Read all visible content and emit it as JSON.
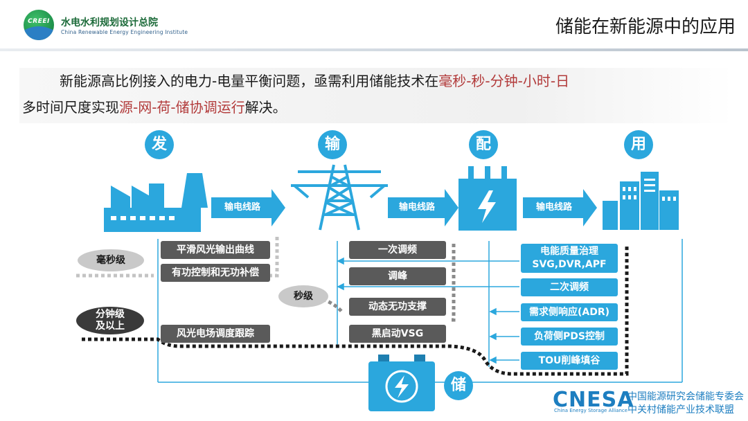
{
  "header": {
    "logo_text": "CREEI",
    "org_name_cn": "水电水利规划设计总院",
    "org_name_en": "China Renewable Energy Engineering Institute",
    "page_title": "储能在新能源中的应用"
  },
  "intro": {
    "line1_a": "新能源高比例接入的电力-电量平衡问题，亟需利用储能技术在",
    "line1_b": "毫秒-秒-分钟-小时-日",
    "line2_a": "多时间尺度实现",
    "line2_b": "源-网-荷-储协调运行",
    "line2_c": "解决。"
  },
  "diagram": {
    "stages": [
      "发",
      "输",
      "配",
      "用"
    ],
    "transmission_label": "输电线路",
    "storage_label": "储",
    "levels": {
      "millisecond": "毫秒级",
      "second": "秒级",
      "minute_line1": "分钟级",
      "minute_line2": "及以上"
    },
    "generation_side": [
      "平滑风光输出曲线",
      "有功控制和无功补偿",
      "风光电场调度跟踪"
    ],
    "grid_side": [
      "一次调频",
      "调峰",
      "动态无功支撑",
      "黑启动VSG"
    ],
    "user_side": {
      "power_quality_line1": "电能质量治理",
      "power_quality_line2": "SVG,DVR,APF",
      "items": [
        "二次调频",
        "需求侧响应(ADR)",
        "负荷侧PDS控制",
        "TOU削峰填谷"
      ]
    },
    "colors": {
      "accent_blue": "#2ba7dd",
      "dark_box": "#5a5a5a",
      "highlight_red": "#b23a3a"
    }
  },
  "footer": {
    "logo": "CNESA",
    "logo_en": "China Energy Storage Alliance",
    "cn_line1": "中国能源研究会储能专委会",
    "cn_line2": "中关村储能产业技术联盟"
  }
}
